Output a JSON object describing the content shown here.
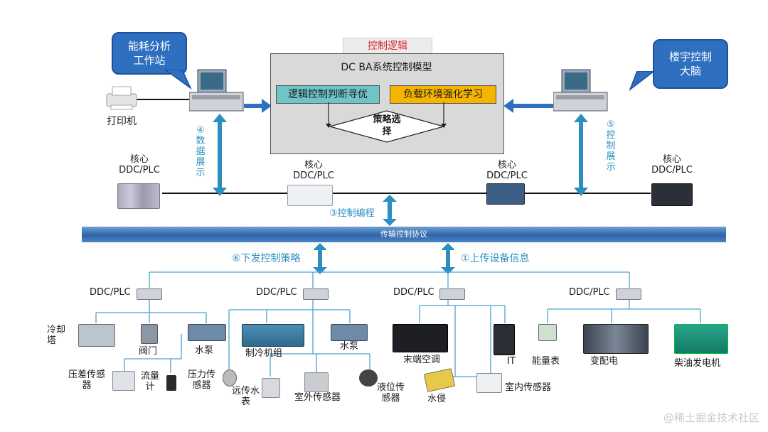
{
  "bubbles": {
    "energy_station": [
      "能耗分析",
      "工作站"
    ],
    "building_brain": [
      "楼宇控制",
      "大脑"
    ]
  },
  "printer_label": "打印机",
  "control_logic": {
    "title": "控制逻辑",
    "model_title": "DC BA系统控制模型",
    "left_box": "逻辑控制判断寻优",
    "right_box": "负载环境强化学习",
    "strategy": [
      "策略选",
      "择"
    ]
  },
  "vertical_labels": {
    "data_display": "④数据展示",
    "control_display": "⑤控制展示"
  },
  "core_ddc": [
    [
      "核心",
      "DDC/PLC"
    ],
    [
      "核心",
      "DDC/PLC"
    ],
    [
      "核心",
      "DDC/PLC"
    ],
    [
      "核心",
      "DDC/PLC"
    ]
  ],
  "control_programming": "③控制编程",
  "bus_label": "传输控制协议",
  "issue_strategy": "⑥下发控制策略",
  "upload_info": "①上传设备信息",
  "field_ddc": [
    "DDC/PLC",
    "DDC/PLC",
    "DDC/PLC",
    "DDC/PLC"
  ],
  "devices": {
    "cooling_tower": "冷却塔",
    "valve": "阀门",
    "pump1": "水泵",
    "chiller": "制冷机组",
    "pump2": "水泵",
    "dp_sensor": [
      "压差传感",
      "器"
    ],
    "flow_meter": [
      "流量",
      "计"
    ],
    "pressure_sensor": [
      "压力传",
      "感器"
    ],
    "remote_meter": [
      "远传水",
      "表"
    ],
    "outdoor_sensor": "室外传感器",
    "level_sensor": [
      "液位传",
      "感器"
    ],
    "terminal_ac": "末端空调",
    "water_leak": "水侵",
    "indoor_sensor": "室内传感器",
    "it": "IT",
    "energy_meter": "能量表",
    "power_dist": "变配电",
    "diesel_gen": "柴油发电机"
  },
  "watermark": "@稀土掘金技术社区",
  "colors": {
    "bubble": "#2f6fbf",
    "arrow": "#2b8fc0",
    "logic_left": "#6fc4c8",
    "logic_right": "#f4b400",
    "title_red": "#d9252a"
  }
}
